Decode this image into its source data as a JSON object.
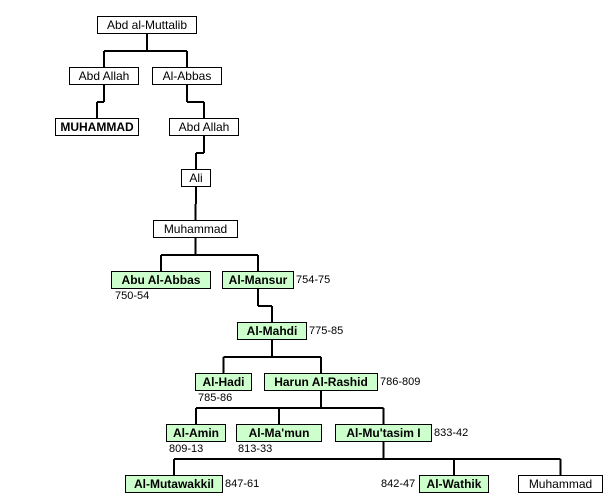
{
  "tree": {
    "nodes": [
      {
        "id": "abd-al-muttalib",
        "label": "Abd al-Muttalib",
        "kind": "plain"
      },
      {
        "id": "abd-allah-1",
        "label": "Abd Allah",
        "kind": "plain"
      },
      {
        "id": "al-abbas",
        "label": "Al-Abbas",
        "kind": "plain"
      },
      {
        "id": "muhammad-prophet",
        "label": "MUHAMMAD",
        "kind": "prophet"
      },
      {
        "id": "abd-allah-2",
        "label": "Abd Allah",
        "kind": "plain"
      },
      {
        "id": "ali",
        "label": "Ali",
        "kind": "plain"
      },
      {
        "id": "muhammad-1",
        "label": "Muhammad",
        "kind": "plain"
      },
      {
        "id": "abu-al-abbas",
        "label": "Abu Al-Abbas",
        "kind": "caliph",
        "reign": "750-54"
      },
      {
        "id": "al-mansur",
        "label": "Al-Mansur",
        "kind": "caliph",
        "reign": "754-75"
      },
      {
        "id": "al-mahdi",
        "label": "Al-Mahdi",
        "kind": "caliph",
        "reign": "775-85"
      },
      {
        "id": "al-hadi",
        "label": "Al-Hadi",
        "kind": "caliph",
        "reign": "785-86"
      },
      {
        "id": "harun-al-rashid",
        "label": "Harun Al-Rashid",
        "kind": "caliph",
        "reign": "786-809"
      },
      {
        "id": "al-amin",
        "label": "Al-Amin",
        "kind": "caliph",
        "reign": "809-13"
      },
      {
        "id": "al-mamun",
        "label": "Al-Ma'mun",
        "kind": "caliph",
        "reign": "813-33"
      },
      {
        "id": "al-mutasim",
        "label": "Al-Mu'tasim I",
        "kind": "caliph",
        "reign": "833-42"
      },
      {
        "id": "al-mutawakkil",
        "label": "Al-Mutawakkil",
        "kind": "caliph",
        "reign": "847-61"
      },
      {
        "id": "al-wathik",
        "label": "Al-Wathik",
        "kind": "caliph",
        "reign": "842-47"
      },
      {
        "id": "muhammad-2",
        "label": "Muhammad",
        "kind": "plain"
      }
    ],
    "edges": [
      [
        "abd-al-muttalib",
        "abd-allah-1"
      ],
      [
        "abd-al-muttalib",
        "al-abbas"
      ],
      [
        "abd-allah-1",
        "muhammad-prophet"
      ],
      [
        "al-abbas",
        "abd-allah-2"
      ],
      [
        "abd-allah-2",
        "ali"
      ],
      [
        "ali",
        "muhammad-1"
      ],
      [
        "muhammad-1",
        "abu-al-abbas"
      ],
      [
        "muhammad-1",
        "al-mansur"
      ],
      [
        "al-mansur",
        "al-mahdi"
      ],
      [
        "al-mahdi",
        "al-hadi"
      ],
      [
        "al-mahdi",
        "harun-al-rashid"
      ],
      [
        "harun-al-rashid",
        "al-amin"
      ],
      [
        "harun-al-rashid",
        "al-mamun"
      ],
      [
        "harun-al-rashid",
        "al-mutasim"
      ],
      [
        "al-mutasim",
        "al-mutawakkil"
      ],
      [
        "al-mutasim",
        "al-wathik"
      ],
      [
        "al-mutasim",
        "muhammad-2"
      ]
    ]
  }
}
